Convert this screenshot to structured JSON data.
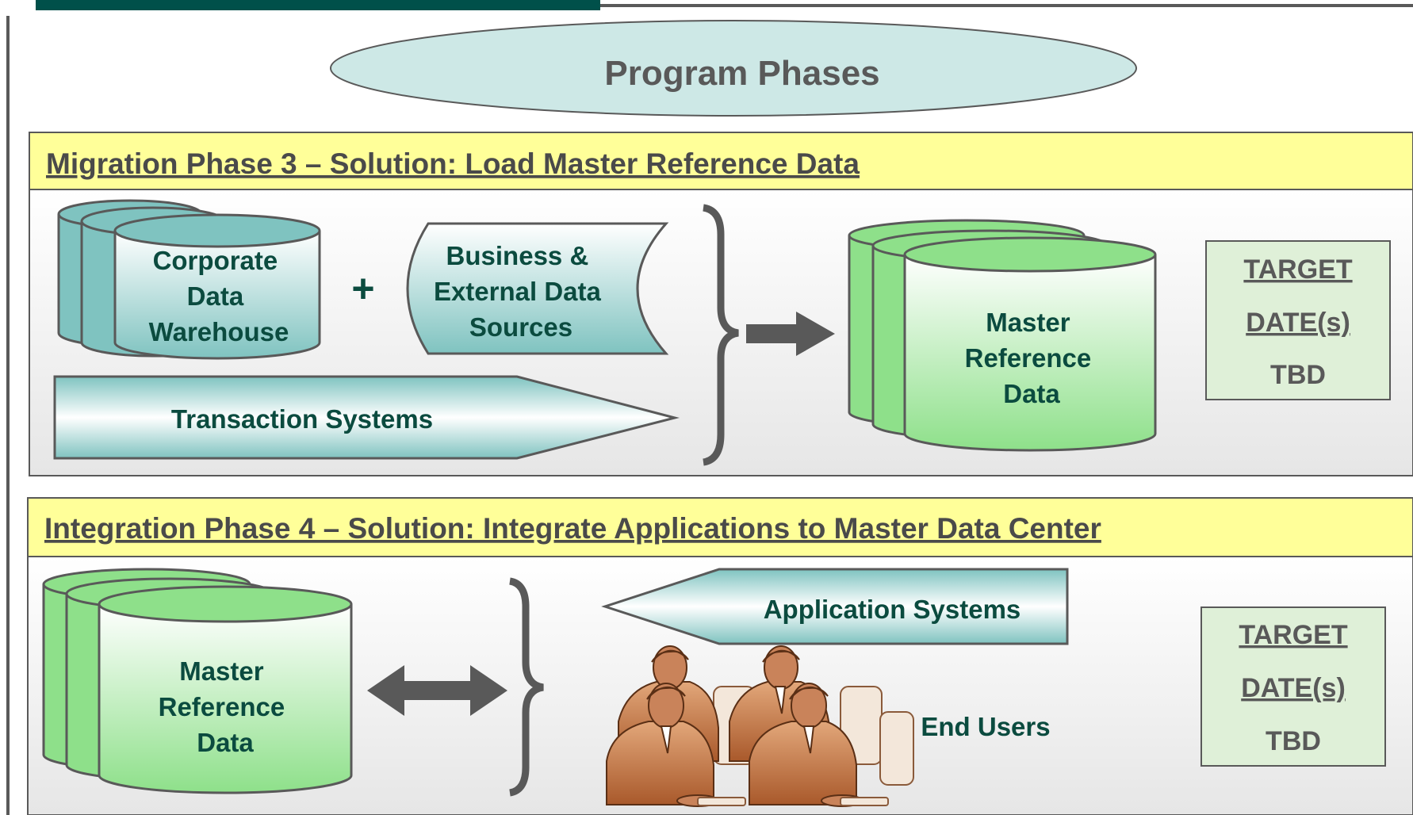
{
  "title": "Program Phases",
  "phase3": {
    "heading": "Migration Phase 3 – Solution: Load Master Reference Data",
    "cdw": [
      "Corporate",
      "Data",
      "Warehouse"
    ],
    "plus": "+",
    "ext": [
      "Business &",
      "External Data",
      "Sources"
    ],
    "transaction": "Transaction Systems",
    "mrd": [
      "Master",
      "Reference",
      "Data"
    ],
    "target": [
      "TARGET",
      "DATE(s)",
      "TBD"
    ]
  },
  "phase4": {
    "heading": "Integration Phase 4 – Solution: Integrate Applications to Master Data Center",
    "mrd": [
      "Master",
      "Reference",
      "Data"
    ],
    "apps": "Application Systems",
    "users": "End Users",
    "target": [
      "TARGET",
      "DATE(s)",
      "TBD"
    ]
  },
  "colors": {
    "teal_header": "#00504a",
    "ellipse": "#cde8e6",
    "phase_bar": "#ffff99",
    "teal_fill": "#7fc3c0",
    "green_fill": "#8ee08a",
    "target_box": "#dff0d8",
    "arrow": "#595959"
  }
}
